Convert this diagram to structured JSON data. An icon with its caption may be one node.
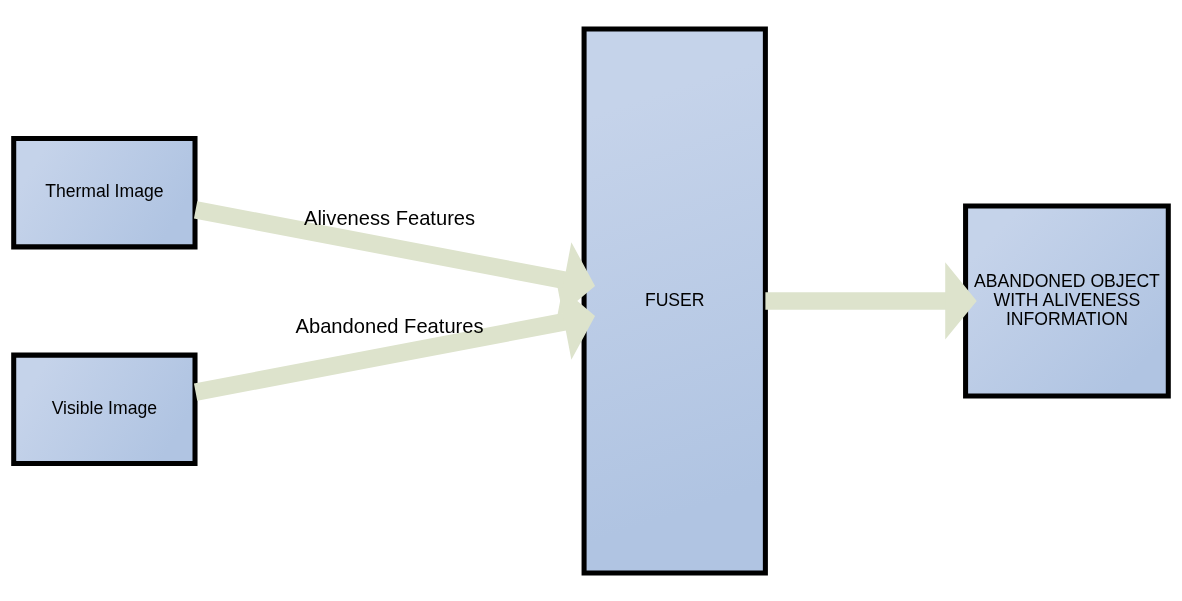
{
  "diagram": {
    "nodes": [
      {
        "text": [
          "Thermal Image"
        ]
      },
      {
        "text": [
          "Visible Image"
        ]
      },
      {
        "text": [
          "FUSER"
        ]
      },
      {
        "text": [
          "ABANDONED OBJECT WITH ALIVENESS INFORMATION"
        ]
      }
    ],
    "edges": [
      {
        "from": 0,
        "to": 2,
        "arrow": "to",
        "label": "Aliveness Features"
      },
      {
        "from": 1,
        "to": 2,
        "arrow": "to",
        "label": "Abandoned Features"
      },
      {
        "from": 2,
        "to": 3,
        "arrow": "to"
      }
    ]
  }
}
